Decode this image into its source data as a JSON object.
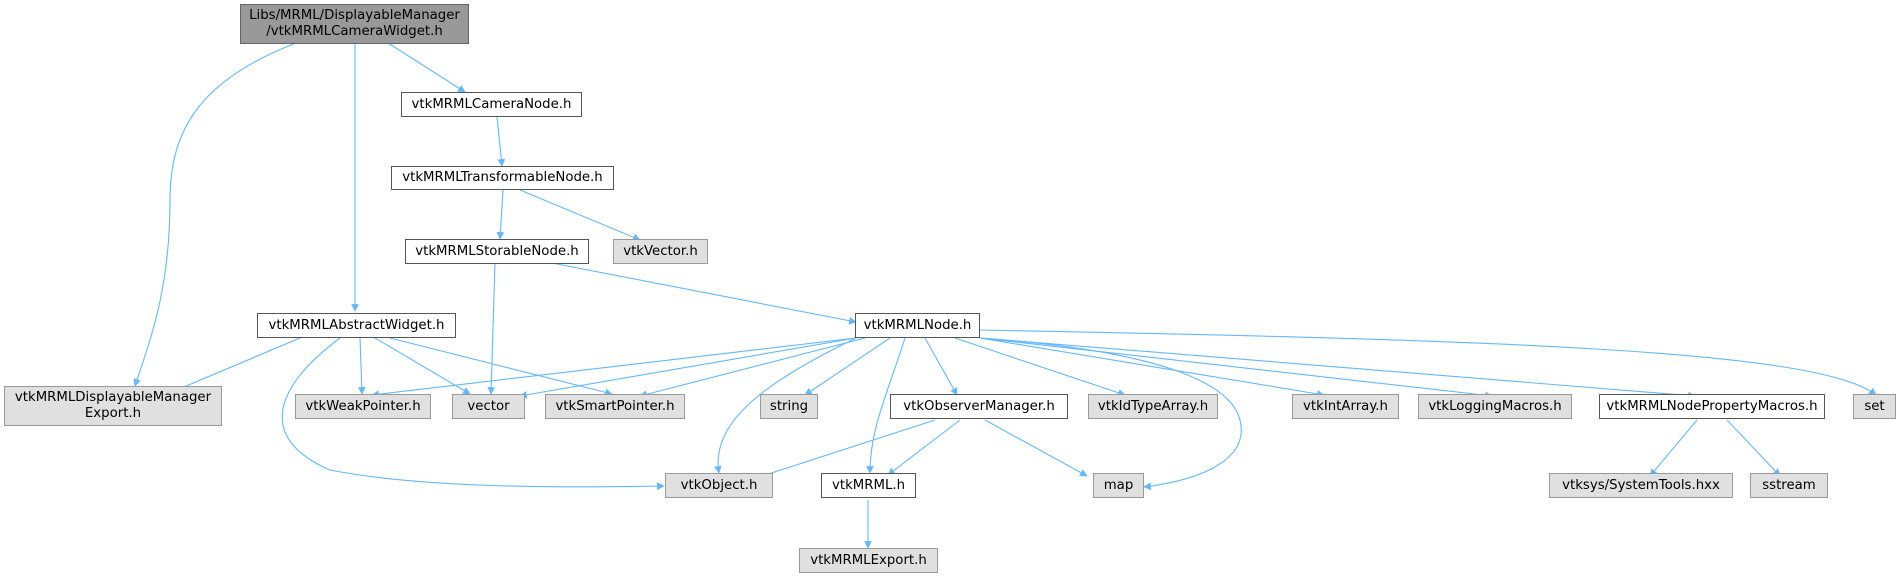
{
  "colors": {
    "edge": "#63b8ff",
    "root_fill": "#999999",
    "local_fill": "#ffffff",
    "external_fill": "#e0e0e0"
  },
  "nodes": {
    "root": {
      "line1": "Libs/MRML/DisplayableManager",
      "line2": "/vtkMRMLCameraWidget.h"
    },
    "displayable_export": {
      "line1": "vtkMRMLDisplayableManager",
      "line2": "Export.h"
    },
    "camera_node": "vtkMRMLCameraNode.h",
    "transformable_node": "vtkMRMLTransformableNode.h",
    "storable_node": "vtkMRMLStorableNode.h",
    "vtk_vector": "vtkVector.h",
    "abstract_widget": "vtkMRMLAbstractWidget.h",
    "mrml_node": "vtkMRMLNode.h",
    "weak_pointer": "vtkWeakPointer.h",
    "vector": "vector",
    "smart_pointer": "vtkSmartPointer.h",
    "string": "string",
    "observer_manager": "vtkObserverManager.h",
    "id_type_array": "vtkIdTypeArray.h",
    "int_array": "vtkIntArray.h",
    "logging_macros": "vtkLoggingMacros.h",
    "property_macros": "vtkMRMLNodePropertyMacros.h",
    "set": "set",
    "vtk_object": "vtkObject.h",
    "vtk_mrml": "vtkMRML.h",
    "map": "map",
    "system_tools": "vtksys/SystemTools.hxx",
    "sstream": "sstream",
    "mrml_export": "vtkMRMLExport.h"
  }
}
